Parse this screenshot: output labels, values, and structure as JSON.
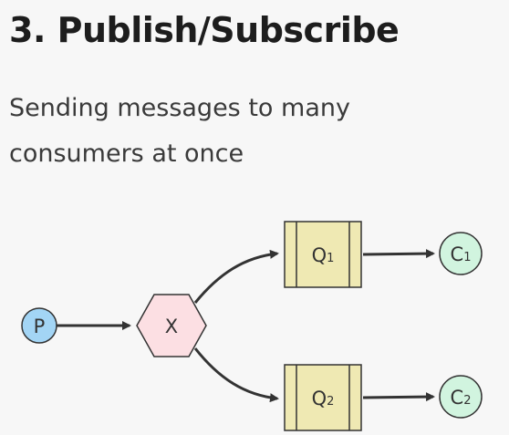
{
  "title": "3. Publish/Subscribe",
  "subtitle": "Sending messages to many consumers at once",
  "diagram": {
    "producer": {
      "label": "P",
      "color": "#a3d5f5"
    },
    "exchange": {
      "label": "X",
      "color": "#fcdfe3"
    },
    "queues": [
      {
        "label": "Q",
        "sub": "1",
        "color": "#efe9b3"
      },
      {
        "label": "Q",
        "sub": "2",
        "color": "#efe9b3"
      }
    ],
    "consumers": [
      {
        "label": "C",
        "sub": "1",
        "color": "#d1f4df"
      },
      {
        "label": "C",
        "sub": "2",
        "color": "#d1f4df"
      }
    ],
    "stroke_color": "#333333"
  }
}
